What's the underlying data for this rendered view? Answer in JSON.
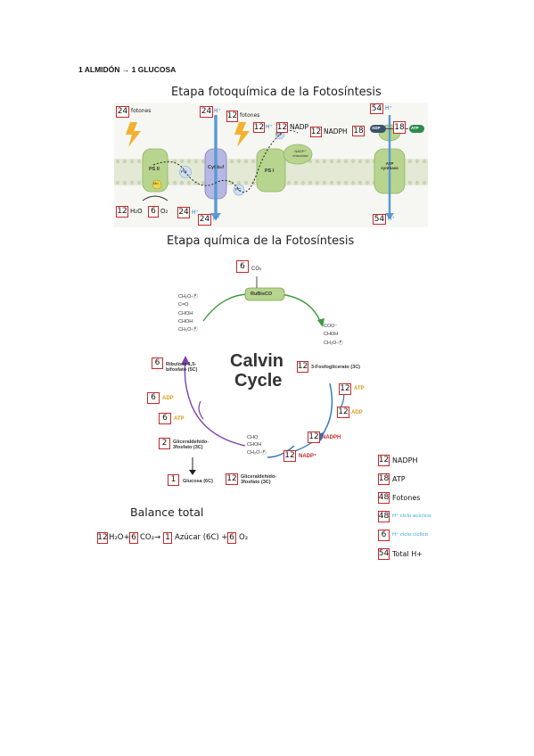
{
  "heading": "1 ALMIDÓN → 1 GLUCOSA",
  "photochem": {
    "title": "Etapa fotoquímica de la Fotosíntesis",
    "fotones1": {
      "num": "24",
      "label": "fotones"
    },
    "h_top": {
      "num": "24",
      "label": "H⁺"
    },
    "fotones2": {
      "num": "12",
      "label": "fotones"
    },
    "h_ps1": {
      "num": "12",
      "label": "H⁺"
    },
    "nadp": {
      "num": "12",
      "label": "NADP"
    },
    "nadph": {
      "num": "12",
      "label": "NADPH"
    },
    "h_atp_top": {
      "num": "54",
      "label": "H⁺"
    },
    "adp": {
      "num": "18",
      "label": "ADP"
    },
    "atp": {
      "num": "18",
      "label": "ATP"
    },
    "h2o": {
      "num": "12",
      "label": "H₂O"
    },
    "o2": {
      "num": "6",
      "label": "O₂"
    },
    "h_bottom_left": {
      "num": "24",
      "label": "H⁺"
    },
    "h_bottom_mid": {
      "num": "24",
      "label": "H⁺"
    },
    "h_atp_bottom": {
      "num": "54",
      "label": "H⁺"
    },
    "labels": {
      "ps2": "PS II",
      "cytbf": "Cyt b₆f",
      "ps1": "PS I",
      "fd": "Fd",
      "pc": "PC",
      "pq": "PQ",
      "reductase": "NADP⁺ reductase",
      "synthase": "ATP synthase",
      "oec": "Mn"
    }
  },
  "chem": {
    "title": "Etapa química de la Fotosíntesis",
    "co2": {
      "num": "6",
      "label": "CO₂"
    },
    "rubisco": "RuBisCO",
    "calvin1": "Calvin",
    "calvin2": "Cycle",
    "pga": {
      "num": "12",
      "label": "3-Fosfoglicerato (3C)"
    },
    "atp_in": {
      "num": "12",
      "label": "ATP"
    },
    "adp_out": {
      "num": "12",
      "label": "ADP"
    },
    "nadph_in": {
      "num": "12",
      "label": "NADPH"
    },
    "nadp_out": {
      "num": "12",
      "label": "NADP⁺"
    },
    "g3p_right": {
      "num": "12",
      "label": "Gliceraldehído-3fosfato (3C)"
    },
    "glucose": {
      "num": "1",
      "label": "Glucosa (6C)"
    },
    "g3p_left": {
      "num": "2",
      "label": "Gliceraldehído-3fosfato (3C)"
    },
    "atp_left": {
      "num": "6",
      "label": "ATP"
    },
    "adp_left": {
      "num": "6",
      "label": "ADP"
    },
    "rubp": {
      "num": "6",
      "label": "Ribulosa 1,5-bifosfato (5C)"
    },
    "mol_left": [
      "CH₂O-Ⓟ",
      "C=O",
      "CHOH",
      "CHOH",
      "CH₂O-Ⓟ"
    ],
    "mol_right": [
      "COO⁻",
      "CHOH",
      "CH₂O-Ⓟ"
    ],
    "mol_bottom": [
      "CHO",
      "CHOH",
      "CH₂O-Ⓟ"
    ]
  },
  "legend": [
    {
      "num": "12",
      "label": "NADPH",
      "color": "#222222"
    },
    {
      "num": "18",
      "label": "ATP",
      "color": "#222222"
    },
    {
      "num": "48",
      "label": "Fotones",
      "color": "#222222"
    },
    {
      "num": "48",
      "label": "H⁺ ciclo acíclico",
      "color": "#29a8d8"
    },
    {
      "num": "6",
      "label": "H⁺ ciclo cíclico",
      "color": "#29a8d8"
    },
    {
      "num": "54",
      "label": "Total H+",
      "color": "#222222"
    }
  ],
  "balance": {
    "title": "Balance total",
    "h2o_num": "12",
    "h2o": "H₂O+",
    "co2_num": "6",
    "co2": "CO₂→",
    "sugar_num": "1",
    "sugar": "Azúcar (6C) +",
    "o2_num": "6",
    "o2": "O₂"
  },
  "colors": {
    "box": "#c62828",
    "membrane": "#e3e9d5",
    "protein": "#b7d58e",
    "arrow_green": "#3d9a3d",
    "arrow_purple": "#7d3fb0",
    "arrow_blue": "#2a73c0",
    "h_blue": "#2a73c0",
    "bolt": "#f2b12e"
  }
}
